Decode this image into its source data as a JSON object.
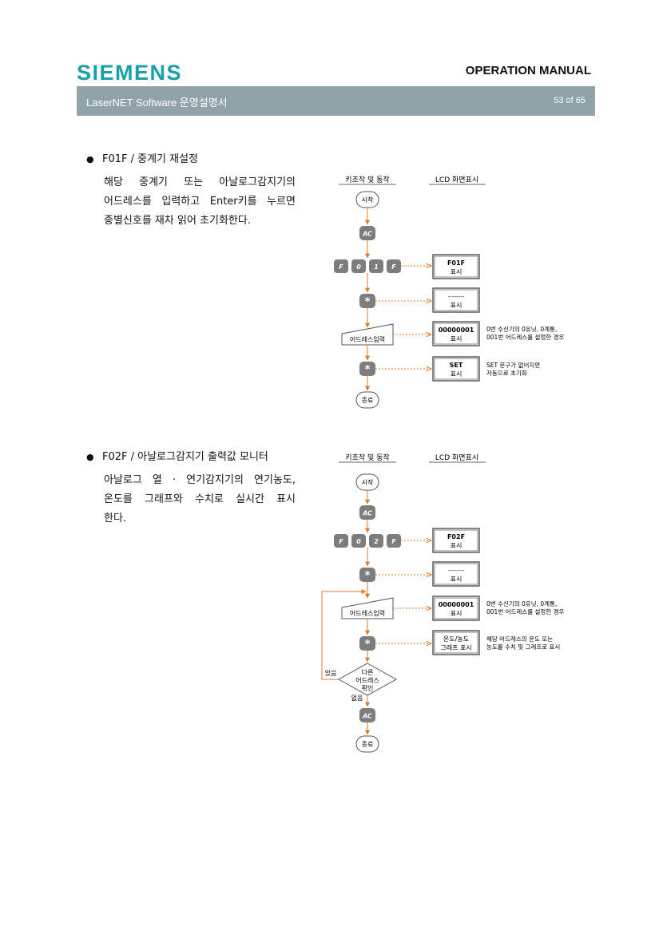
{
  "header": {
    "logo": "SIEMENS",
    "manual_title": "OPERATION MANUAL",
    "doc_title": "LaserNET Software  운영설명서",
    "page": "53 of 65"
  },
  "section1": {
    "bullet": "F01F /  중계기  재설정",
    "desc_lines": [
      "해당  중계기  또는  아날로그감지기의",
      "어드레스를 입력하고 Enter키를 누르면",
      "종별신호를 재차 읽어 초기화한다."
    ],
    "flow": {
      "col_left": "키조작 및 동작",
      "col_right": "LCD  화면표시",
      "start": "시작",
      "ac": "AC",
      "keys": [
        "F",
        "0",
        "1",
        "F"
      ],
      "lcd1_top": "F01F",
      "lcd1_bot": "표시",
      "star": "*",
      "lcd2_top": "--------",
      "lcd2_bot": "표시",
      "input": "어드레스입력",
      "lcd3_top": "00000001",
      "lcd3_bot": "표시",
      "note3_1": "0번 수신기의 0유닛, 0계통,",
      "note3_2": "001번 어드레스를 설정한 경우",
      "lcd4_top": "SET",
      "lcd4_bot": "표시",
      "note4_1": "SET 문구가 없어지면",
      "note4_2": "자동으로 초기화",
      "end": "종료"
    }
  },
  "section2": {
    "bullet": "F02F /  아날로그감지기  출력값  모니터",
    "desc_lines": [
      "아날로그   열 · 연기감지기의   연기농도,",
      "온도를  그래프와  수치로  실시간  표시",
      "한다."
    ],
    "flow": {
      "col_left": "키조작 및 동작",
      "col_right": "LCD  화면표시",
      "start": "시작",
      "ac": "AC",
      "keys": [
        "F",
        "0",
        "2",
        "F"
      ],
      "lcd1_top": "F02F",
      "lcd1_bot": "표시",
      "star": "*",
      "lcd2_top": "--------",
      "lcd2_bot": "표시",
      "input": "어드레스입력",
      "lcd3_top": "00000001",
      "lcd3_bot": "표시",
      "note3_1": "0번 수신기의 0유닛, 0계통,",
      "note3_2": "001번 어드레스를 설정한 경우",
      "lcd4_top": "온도/농도",
      "lcd4_bot": "그래프 표시",
      "note4_1": "해당 어드레스의 온도 또는",
      "note4_2": "농도를 수치 및 그래프로 표시",
      "decision_1": "다른",
      "decision_2": "어드레스",
      "decision_3": "확인",
      "yes": "있음",
      "no": "없음",
      "ac2": "AC",
      "end": "종료"
    }
  },
  "colors": {
    "teal": "#19a0a8",
    "bar": "#8fa3a8",
    "orange": "#e07a2a",
    "key_gray": "#7d7d7d"
  }
}
